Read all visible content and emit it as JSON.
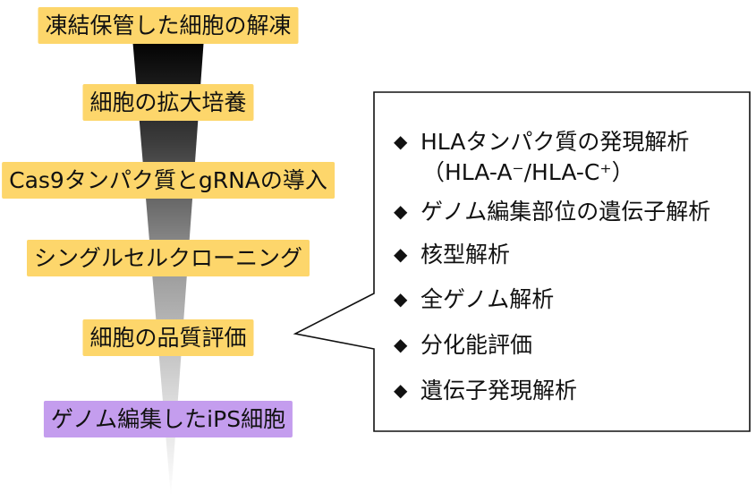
{
  "colors": {
    "step_highlight": "#fdd66b",
    "final_highlight": "#c49dee",
    "funnel_top": "#000000",
    "funnel_bottom": "#ffffff",
    "callout_border": "#111111"
  },
  "steps": [
    {
      "label": "凍結保管した細胞の解凍"
    },
    {
      "label": "細胞の拡大培養"
    },
    {
      "label": "Cas9タンパク質とgRNAの導入"
    },
    {
      "label": "シングルセルクローニング"
    },
    {
      "label": "細胞の品質評価"
    },
    {
      "label": "ゲノム編集したiPS細胞"
    }
  ],
  "callout": {
    "bullet_icon": "diamond-bullet-icon",
    "items": [
      {
        "bullet": "◆",
        "text": "HLAタンパク質の発現解析",
        "subtext": "（HLA-A⁻/HLA-C⁺）"
      },
      {
        "bullet": "◆",
        "text": "ゲノム編集部位の遺伝子解析"
      },
      {
        "bullet": "◆",
        "text": "核型解析"
      },
      {
        "bullet": "◆",
        "text": "全ゲノム解析"
      },
      {
        "bullet": "◆",
        "text": "分化能評価"
      },
      {
        "bullet": "◆",
        "text": "遺伝子発現解析"
      }
    ]
  }
}
